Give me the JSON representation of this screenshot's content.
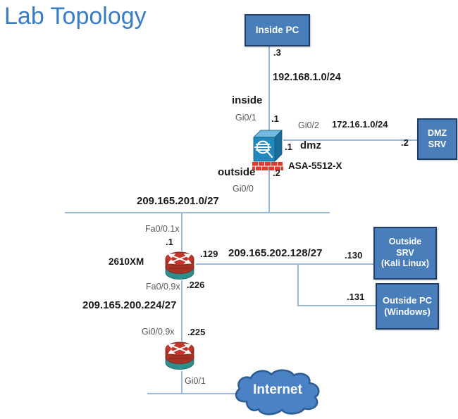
{
  "title": "Lab Topology",
  "nodes": {
    "inside_pc": {
      "label": "Inside PC"
    },
    "dmz_srv": {
      "lines": [
        "DMZ",
        "SRV"
      ]
    },
    "outside_srv": {
      "lines": [
        "Outside",
        "SRV",
        "(Kali Linux)"
      ]
    },
    "outside_pc": {
      "lines": [
        "Outside PC",
        "(Windows)"
      ]
    },
    "asa": {
      "model": "ASA-5512-X"
    },
    "router1": {
      "model": "2610XM"
    },
    "internet": {
      "label": "Internet"
    }
  },
  "labels": {
    "inside_pc_ip": ".3",
    "inside_net": "192.168.1.0/24",
    "inside_zone": "inside",
    "asa_inside_if": "Gi0/1",
    "asa_inside_ip": ".1",
    "asa_dmz_if": "Gi0/2",
    "dmz_net": "172.16.1.0/24",
    "asa_dmz_ip": ".1",
    "dmz_zone": "dmz",
    "dmz_srv_ip": ".2",
    "outside_zone": "outside",
    "asa_outside_ip": ".2",
    "asa_outside_if": "Gi0/0",
    "outside_net": "209.165.201.0/27",
    "r1_up_if": "Fa0/0.1x",
    "r1_up_ip": ".1",
    "r1_right_ip": ".129",
    "outside_lan_net": "209.165.202.128/27",
    "outside_srv_ip": ".130",
    "outside_pc_ip": ".131",
    "r1_down_if": "Fa0/0.9x",
    "r1_down_ip": ".226",
    "transit_net": "209.165.200.224/27",
    "r2_up_if": "Gi0/0.9x",
    "r2_up_ip": ".225",
    "r2_down_if": "Gi0/1"
  },
  "colors": {
    "title_blue": "#3a7cc1",
    "box_fill": "#4a7ebb",
    "box_border": "#1f3f66",
    "link_line": "#9cb9d9",
    "interface_label_gray": "#595959",
    "asa_front": "#2189bc",
    "asa_top": "#6fbbdf",
    "asa_side": "#186c99",
    "brick_red": "#e23a2f",
    "router_top_red": "#c4362b",
    "router_band_red": "#a93226",
    "router_body_teal": "#2e8f8d",
    "cloud_fill": "#4b82c5",
    "cloud_border": "#2e5e94"
  }
}
